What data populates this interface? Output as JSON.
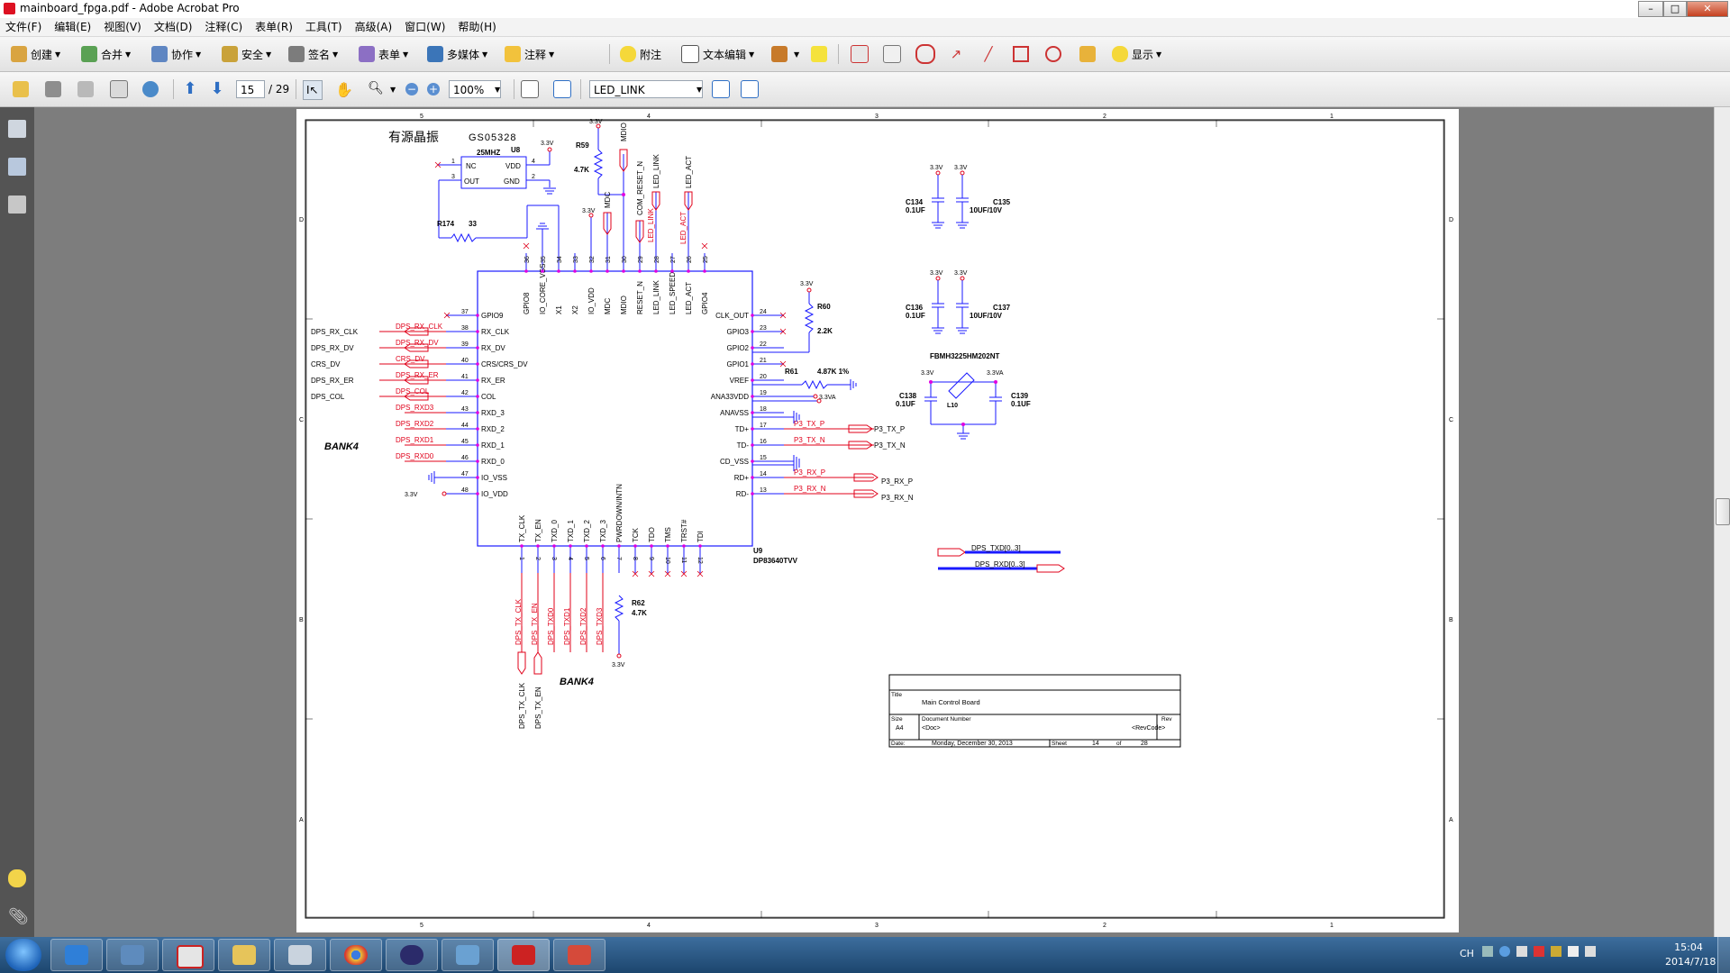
{
  "window": {
    "title": "mainboard_fpga.pdf - Adobe Acrobat Pro"
  },
  "menu": [
    "文件(F)",
    "编辑(E)",
    "视图(V)",
    "文档(D)",
    "注释(C)",
    "表单(R)",
    "工具(T)",
    "高级(A)",
    "窗口(W)",
    "帮助(H)"
  ],
  "toolbar1": {
    "create": "创建",
    "combine": "合并",
    "collaborate": "协作",
    "secure": "安全",
    "sign": "签名",
    "forms": "表单",
    "multimedia": "多媒体",
    "comment": "注释",
    "sticky_note": "附注",
    "text_edit": "文本编辑",
    "show": "显示"
  },
  "toolbar2": {
    "page_current": "15",
    "page_total": "/ 29",
    "zoom": "100%",
    "search_value": "LED_LINK"
  },
  "schematic": {
    "border_cols": [
      "5",
      "4",
      "3",
      "2",
      "1"
    ],
    "border_rows": [
      "D",
      "C",
      "B",
      "A"
    ],
    "osc": {
      "title": "有源晶振",
      "part": "GS05328",
      "freq": "25MHZ",
      "ref": "U8",
      "pin1": "NC",
      "pin3": "OUT",
      "pin4": "VDD",
      "pin2": "GND",
      "vdd": "3.3V",
      "n1": "1",
      "n2": "2",
      "n3": "3",
      "n4": "4"
    },
    "r174": {
      "ref": "R174",
      "val": "33"
    },
    "r59": {
      "ref": "R59",
      "val": "4.7K",
      "vcc": "3.3V"
    },
    "r60": {
      "ref": "R60",
      "val": "2.2K",
      "vcc": "3.3V"
    },
    "r61": {
      "ref": "R61",
      "val": "4.87K 1%"
    },
    "r62": {
      "ref": "R62",
      "val": "4.7K",
      "vcc": "3.3V"
    },
    "ic": {
      "ref": "U9",
      "part": "DP83640TVV",
      "bank_left": "BANK4",
      "bank_bottom": "BANK4"
    },
    "top_pins": [
      {
        "num": "36",
        "name": "GPIO8"
      },
      {
        "num": "35",
        "name": "IO_CORE_VSS"
      },
      {
        "num": "34",
        "name": "X1"
      },
      {
        "num": "33",
        "name": "X2"
      },
      {
        "num": "32",
        "name": "IO_VDD"
      },
      {
        "num": "31",
        "name": "MDC"
      },
      {
        "num": "30",
        "name": "MDIO"
      },
      {
        "num": "29",
        "name": "RESET_N"
      },
      {
        "num": "28",
        "name": "LED_LINK"
      },
      {
        "num": "27",
        "name": "LED_SPEED"
      },
      {
        "num": "26",
        "name": "LED_ACT"
      },
      {
        "num": "25",
        "name": "GPIO4"
      }
    ],
    "left_pins": [
      {
        "num": "37",
        "name": "GPIO9",
        "net": "",
        "port": ""
      },
      {
        "num": "38",
        "name": "RX_CLK",
        "net": "DPS_RX_CLK",
        "port": "DPS_RX_CLK"
      },
      {
        "num": "39",
        "name": "RX_DV",
        "net": "DPS_RX_DV",
        "port": "DPS_RX_DV"
      },
      {
        "num": "40",
        "name": "CRS/CRS_DV",
        "net": "CRS_DV",
        "port": "CRS_DV"
      },
      {
        "num": "41",
        "name": "RX_ER",
        "net": "DPS_RX_ER",
        "port": "DPS_RX_ER"
      },
      {
        "num": "42",
        "name": "COL",
        "net": "DPS_COL",
        "port": "DPS_COL"
      },
      {
        "num": "43",
        "name": "RXD_3",
        "net": "DPS_RXD3",
        "port": ""
      },
      {
        "num": "44",
        "name": "RXD_2",
        "net": "DPS_RXD2",
        "port": ""
      },
      {
        "num": "45",
        "name": "RXD_1",
        "net": "DPS_RXD1",
        "port": ""
      },
      {
        "num": "46",
        "name": "RXD_0",
        "net": "DPS_RXD0",
        "port": ""
      },
      {
        "num": "47",
        "name": "IO_VSS",
        "net": "",
        "port": ""
      },
      {
        "num": "48",
        "name": "IO_VDD",
        "net": "",
        "port": "3.3V"
      }
    ],
    "right_pins": [
      {
        "num": "24",
        "name": "CLK_OUT",
        "net": "",
        "port": ""
      },
      {
        "num": "23",
        "name": "GPIO3",
        "net": "",
        "port": ""
      },
      {
        "num": "22",
        "name": "GPIO2",
        "net": "",
        "port": ""
      },
      {
        "num": "21",
        "name": "GPIO1",
        "net": "",
        "port": ""
      },
      {
        "num": "20",
        "name": "VREF",
        "net": "",
        "port": ""
      },
      {
        "num": "19",
        "name": "ANA33VDD",
        "net": "",
        "port": "3.3VA"
      },
      {
        "num": "18",
        "name": "ANAVSS",
        "net": "",
        "port": ""
      },
      {
        "num": "17",
        "name": "TD+",
        "net": "P3_TX_P",
        "port": "P3_TX_P"
      },
      {
        "num": "16",
        "name": "TD-",
        "net": "P3_TX_N",
        "port": "P3_TX_N"
      },
      {
        "num": "15",
        "name": "CD_VSS",
        "net": "",
        "port": ""
      },
      {
        "num": "14",
        "name": "RD+",
        "net": "P3_RX_P",
        "port": "P3_RX_P"
      },
      {
        "num": "13",
        "name": "RD-",
        "net": "P3_RX_N",
        "port": "P3_RX_N"
      }
    ],
    "bottom_pins": [
      {
        "num": "1",
        "name": "TX_CLK",
        "net": "DPS_TX_CLK"
      },
      {
        "num": "2",
        "name": "TX_EN",
        "net": "DPS_TX_EN"
      },
      {
        "num": "3",
        "name": "TXD_0",
        "net": "DPS_TXD0"
      },
      {
        "num": "4",
        "name": "TXD_1",
        "net": "DPS_TXD1"
      },
      {
        "num": "5",
        "name": "TXD_2",
        "net": "DPS_TXD2"
      },
      {
        "num": "6",
        "name": "TXD_3",
        "net": "DPS_TXD3"
      },
      {
        "num": "7",
        "name": "PWRDOWN/INTN",
        "net": ""
      },
      {
        "num": "8",
        "name": "TCK",
        "net": ""
      },
      {
        "num": "9",
        "name": "TDO",
        "net": ""
      },
      {
        "num": "10",
        "name": "TMS",
        "net": ""
      },
      {
        "num": "11",
        "name": "TRST#",
        "net": ""
      },
      {
        "num": "12",
        "name": "TDI",
        "net": ""
      }
    ],
    "top_nets": {
      "mdio": "MDIO",
      "mdc": "MDC",
      "com_reset": "COM_RESET_N",
      "led_link_port": "LED_LINK",
      "led_act_port": "LED_ACT",
      "led_link_net": "LED_LINK",
      "led_act_net": "LED_ACT",
      "io_vdd": "3.3V"
    },
    "bottom_ports": [
      "DPS_TX_CLK",
      "DPS_TX_EN"
    ],
    "caps": [
      {
        "ref": "C134",
        "val": "0.1UF",
        "vcc": "3.3V"
      },
      {
        "ref": "C135",
        "val": "10UF/10V",
        "vcc": "3.3V"
      },
      {
        "ref": "C136",
        "val": "0.1UF",
        "vcc": "3.3V"
      },
      {
        "ref": "C137",
        "val": "10UF/10V",
        "vcc": "3.3V"
      },
      {
        "ref": "C138",
        "val": "0.1UF"
      },
      {
        "ref": "C139",
        "val": "0.1UF"
      }
    ],
    "ferrite": {
      "part": "FBMH3225HM202NT",
      "ref": "L10",
      "in": "3.3V",
      "out": "3.3VA"
    },
    "buses": {
      "txd": "DPS_TXD[0..3]",
      "rxd": "DPS_RXD[0..3]"
    },
    "titleblock": {
      "title_label": "Title",
      "title": "Main Control Board",
      "size_label": "Size",
      "size": "A4",
      "docnum_label": "Document Number",
      "docnum": "<Doc>",
      "rev_label": "Rev",
      "rev": "<RevCode>",
      "date_label": "Date:",
      "date": "Monday, December 30, 2013",
      "sheet_label": "Sheet",
      "sheet": "14",
      "of_label": "of",
      "sheets": "28"
    }
  },
  "taskbar": {
    "lang": "CH",
    "time": "15:04",
    "date": "2014/7/18"
  },
  "colors": {
    "wire": "#1a1aff",
    "net": "#e0001a",
    "junction": "#e000e0"
  }
}
